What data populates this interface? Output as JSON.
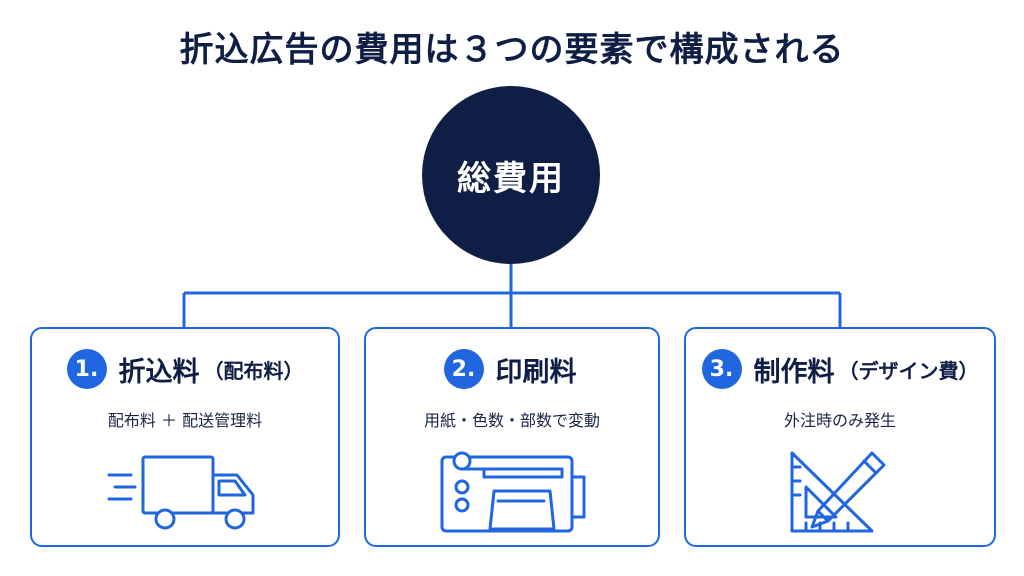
{
  "title": "折込広告の費用は３つの要素で構成される",
  "hub": {
    "label": "総費用"
  },
  "colors": {
    "navy": "#0f1e45",
    "accent": "#1f66e0"
  },
  "cards": [
    {
      "number": "1.",
      "title": "折込料",
      "title_sub": "（配布料）",
      "description": "配布料 ＋ 配送管理料",
      "icon": "delivery-truck-icon"
    },
    {
      "number": "2.",
      "title": "印刷料",
      "title_sub": "",
      "description": "用紙・色数・部数で変動",
      "icon": "printing-press-icon"
    },
    {
      "number": "3.",
      "title": "制作料",
      "title_sub": "（デザイン費）",
      "description": "外注時のみ発生",
      "icon": "pencil-ruler-icon"
    }
  ]
}
